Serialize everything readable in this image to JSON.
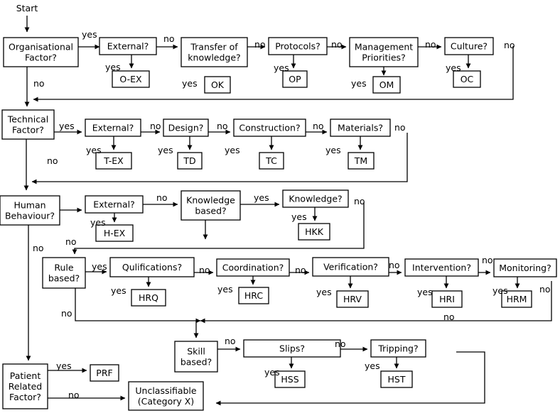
{
  "start": "Start",
  "nodes": {
    "org": [
      "Organisational",
      "Factor?"
    ],
    "org_external": [
      "External?"
    ],
    "oex": [
      "O-EX"
    ],
    "transfer": [
      "Transfer of",
      "knowledge?"
    ],
    "ok": [
      "OK"
    ],
    "protocols": [
      "Protocols?"
    ],
    "op": [
      "OP"
    ],
    "management": [
      "Management",
      "Priorities?"
    ],
    "om": [
      "OM"
    ],
    "culture": [
      "Culture?"
    ],
    "oc": [
      "OC"
    ],
    "tech": [
      "Technical",
      "Factor?"
    ],
    "tech_external": [
      "External?"
    ],
    "tex": [
      "T-EX"
    ],
    "design": [
      "Design?"
    ],
    "td": [
      "TD"
    ],
    "construction": [
      "Construction?"
    ],
    "tc": [
      "TC"
    ],
    "materials": [
      "Materials?"
    ],
    "tm": [
      "TM"
    ],
    "human": [
      "Human",
      "Behaviour?"
    ],
    "human_external": [
      "External?"
    ],
    "hex": [
      "H-EX"
    ],
    "knowledge_based": [
      "Knowledge",
      "based?"
    ],
    "knowledge": [
      "Knowledge?"
    ],
    "hkk": [
      "HKK"
    ],
    "rule": [
      "Rule",
      "based?"
    ],
    "qualifications": [
      "Qulifications?"
    ],
    "hrq": [
      "HRQ"
    ],
    "coordination": [
      "Coordination?"
    ],
    "hrc": [
      "HRC"
    ],
    "verification": [
      "Verification?"
    ],
    "hrv": [
      "HRV"
    ],
    "intervention": [
      "Intervention?"
    ],
    "hri": [
      "HRI"
    ],
    "monitoring": [
      "Monitoring?"
    ],
    "hrm": [
      "HRM"
    ],
    "skill": [
      "Skill",
      "based?"
    ],
    "slips": [
      "Slips?"
    ],
    "hss": [
      "HSS"
    ],
    "tripping": [
      "Tripping?"
    ],
    "hst": [
      "HST"
    ],
    "patient": [
      "Patient",
      "Related",
      "Factor?"
    ],
    "prf": [
      "PRF"
    ],
    "unclassifiable": [
      "Unclassifiable",
      "(Category X)"
    ]
  },
  "labels": {
    "yes": "yes",
    "no": "no"
  }
}
